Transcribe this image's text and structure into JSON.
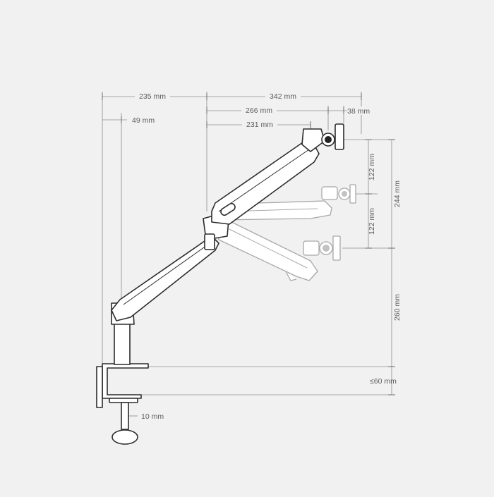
{
  "diagram": {
    "dimensions": {
      "base_to_pivot": "235 mm",
      "arm_extension": "342 mm",
      "pole_offset": "49 mm",
      "forearm_reach": "266 mm",
      "forearm_inner_reach": "231 mm",
      "vesa_depth": "38 mm",
      "upper_travel": "122 mm",
      "lower_travel": "122 mm",
      "total_travel": "244 mm",
      "lowest_height": "260 mm",
      "desk_thickness": "≤60 mm",
      "clamp_screw": "10 mm"
    }
  }
}
